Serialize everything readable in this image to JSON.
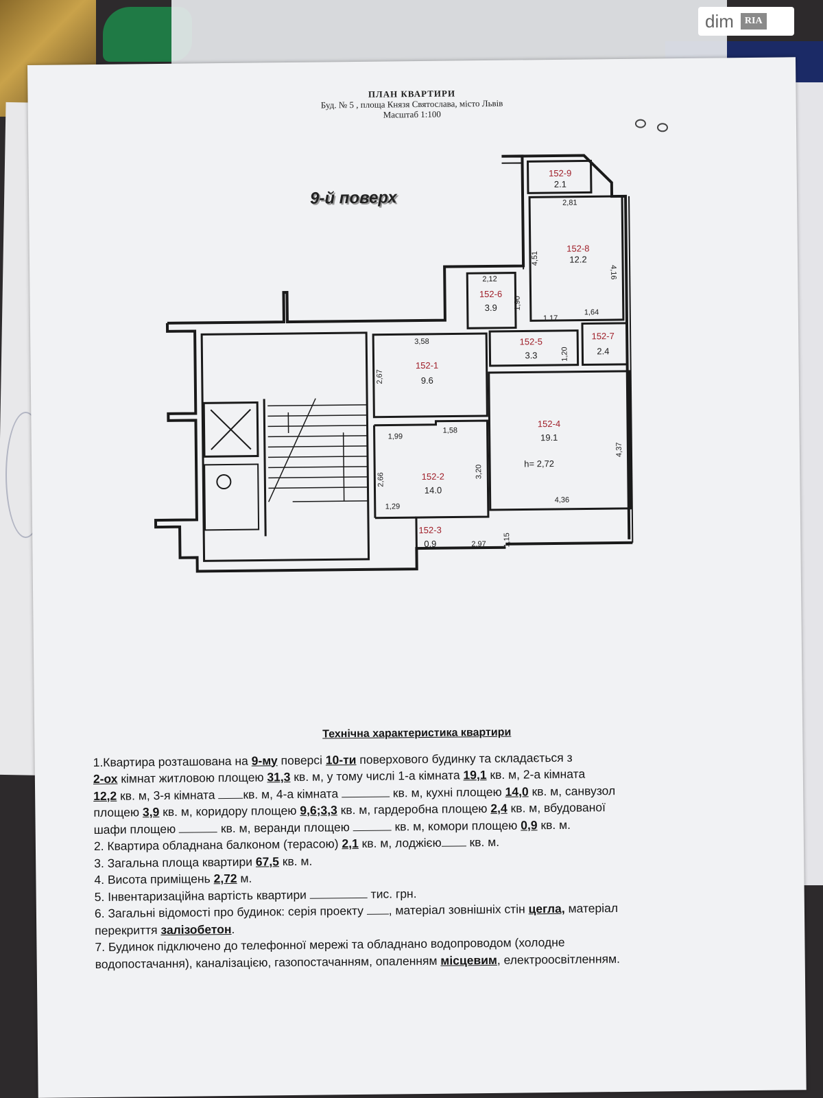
{
  "watermark": {
    "part1": "dim",
    "part2": "RIA"
  },
  "header": {
    "title": "ПЛАН КВАРТИРИ",
    "address": "Буд. № 5 , площа Князя Святослава, місто Львів",
    "scale": "Масштаб 1:100"
  },
  "plan": {
    "floor_label": "9-й поверх",
    "height_label": "h= 2,72",
    "rooms": [
      {
        "id": "152-1",
        "area": "9.6"
      },
      {
        "id": "152-2",
        "area": "14.0"
      },
      {
        "id": "152-3",
        "area": "0.9"
      },
      {
        "id": "152-4",
        "area": "19.1"
      },
      {
        "id": "152-5",
        "area": "3.3"
      },
      {
        "id": "152-6",
        "area": "3.9"
      },
      {
        "id": "152-7",
        "area": "2.4"
      },
      {
        "id": "152-8",
        "area": "12.2"
      },
      {
        "id": "152-9",
        "area": "2.1"
      }
    ],
    "dimensions": [
      "2,81",
      "4,51",
      "4,16",
      "2,12",
      "1,90",
      "1,17",
      "1,64",
      "3,58",
      "2,67",
      "1,20",
      "1,99",
      "1,58",
      "3,20",
      "2,66",
      "1,29",
      "4,37",
      "4,36",
      "2,97",
      "1,15"
    ]
  },
  "tech": {
    "title": "Технічна характеристика квартири",
    "item1": {
      "a": "1.Квартира  розташована на ",
      "floor": "9-му",
      "b": " поверсі ",
      "storeys": "10-ти",
      "c": " поверхового будинку та складається з",
      "rooms": "2-ох",
      "d": " кімнат  житловою площею ",
      "living": "31,3",
      "e": " кв. м, у тому числі 1-а кімната ",
      "r1": "19,1",
      "f": " кв. м,  2-а кімната",
      "r2": "12,2",
      "g": " кв. м, 3-я кімната ",
      "h": "кв. м, 4-а кімната ",
      "i": " кв. м, кухні площею ",
      "kitchen": "14,0",
      "j": " кв. м, санвузол",
      "k": "площею ",
      "bath": "3,9",
      "l": " кв. м, коридору площею ",
      "corridor": "9,6;3,3",
      "m": " кв. м, гардеробна площею ",
      "wardrobe": "2,4",
      "n": " кв. м, вбудованої",
      "o": "шафи площею ",
      "p": " кв. м, веранди площею ",
      "q": " кв. м, комори площею ",
      "pantry": "0,9",
      "r": " кв. м."
    },
    "item2": {
      "a": "2. Квартира  обладнана балконом (терасою) ",
      "balcony": "2,1",
      "b": " кв. м, лоджією",
      "c": "  кв. м."
    },
    "item3": {
      "a": "3. Загальна площа квартири ",
      "total": "67,5",
      "b": " кв. м."
    },
    "item4": {
      "a": "4. Висота приміщень ",
      "height": "2,72",
      "b": " м."
    },
    "item5": {
      "a": "5. Інвентаризаційна вартість квартири ",
      "b": " тис. грн."
    },
    "item6": {
      "a": "6. Загальні відомості про будинок: серія проекту ",
      "b": ", матеріал зовнішніх стін ",
      "wall": "цегла,",
      "c": " матеріал",
      "d": "перекриття  ",
      "slab": "залізобетон",
      "e": "."
    },
    "item7": {
      "a": "7.  Будинок підключено до телефонної мережі та обладнано водопроводом (холодне",
      "b": "водопостачання), каналізацією, газопостачанням, опаленням  ",
      "heating": "місцевим",
      "c": ", електроосвітленням."
    }
  }
}
